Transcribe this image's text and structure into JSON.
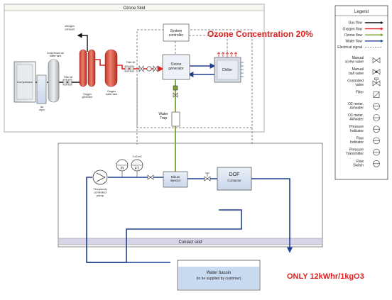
{
  "panels": {
    "ozone_skid": "Ozone Skid",
    "contact_skid": "Contact skid"
  },
  "annotations": {
    "concentration": "Ozone Concentration 20%",
    "energy": "ONLY 12kWhr/1kgO3"
  },
  "components": {
    "compressor": "Compressor",
    "air_dryer": "Air\ndryer",
    "compressed_air_buffer_tank": "compressed air\nbuffer tank",
    "filter_kit_1": "Filter kit",
    "oxygen_generator": "Oxygen\ngenerator",
    "nitrogen_exhaust": "nitrogen\nexhaust",
    "oxygen_buffer_tank": "Oxygen\nbuffer tank",
    "filter_kit_2": "Filter kit",
    "system_controller": "System\ncontroller",
    "ozone_generator": "Ozone\ngenerator",
    "chiller": "Chiller",
    "water_trap": "Water\nTrap",
    "pi": "PI",
    "ft": "FT",
    "flow_range": "0-00 m3",
    "frequency_pump": "Frequency\ncontrolled\npump",
    "nikuni_injector": "Nikuni\ninjector",
    "dof_contactor_title": "DOF",
    "dof_contactor_sub": "Contactor",
    "water_basin_title": "Water  bassin",
    "water_basin_sub": "(to be supplied by customer)"
  },
  "legend": {
    "title": "Legend",
    "lines": [
      {
        "label": "Gas flow",
        "color": "#111111"
      },
      {
        "label": "Oxygen flow",
        "color": "#e02020"
      },
      {
        "label": "Ozone flow",
        "color": "#78a030"
      },
      {
        "label": "Water flow",
        "color": "#1f3f8f"
      },
      {
        "label": "Electrical signal",
        "color": "#666666",
        "dashed": true
      }
    ],
    "symbols": [
      {
        "label": "Manual\nscrew valve",
        "icon": "screw-valve-icon"
      },
      {
        "label": "Manual\nball valve",
        "icon": "ball-valve-icon"
      },
      {
        "label": "Controlled\nvalve",
        "icon": "controlled-valve-icon"
      },
      {
        "label": "Filter",
        "icon": "filter-icon"
      },
      {
        "label": "O2 meter,\nAir/water",
        "icon": "o2-meter-icon"
      },
      {
        "label": "O3 meter,\nAir/water",
        "icon": "o3-meter-icon"
      },
      {
        "label": "Pressure\nIndicator",
        "icon": "pressure-indicator-icon"
      },
      {
        "label": "Flow\nIndicator",
        "icon": "flow-indicator-icon"
      },
      {
        "label": "Pressure\nTransmitter",
        "icon": "pressure-transmitter-icon"
      },
      {
        "label": "Flow\nSwitch",
        "icon": "flow-switch-icon"
      }
    ]
  }
}
